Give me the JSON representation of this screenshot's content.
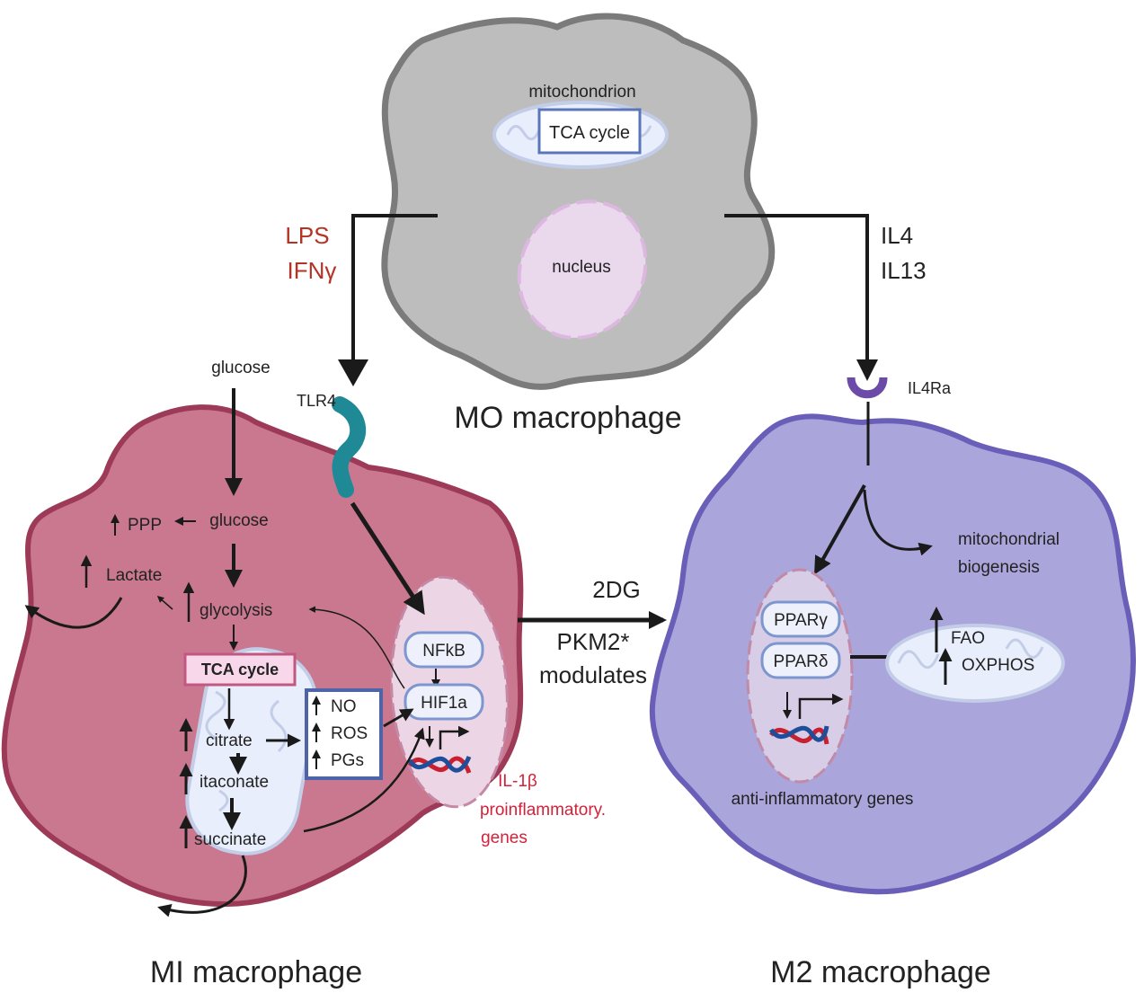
{
  "m0": {
    "title": "MO macrophage",
    "mitochondrion_label": "mitochondrion",
    "tca_label": "TCA cycle",
    "nucleus_label": "nucleus"
  },
  "m1_stimuli": {
    "line1": "LPS",
    "line2": "IFNγ",
    "color": "#b53224"
  },
  "m2_stimuli": {
    "line1": "IL4",
    "line2": "IL13"
  },
  "m1": {
    "title": "MI macrophage",
    "receptor": "TLR4",
    "glucose_outside": "glucose",
    "glucose_inside": "glucose",
    "ppp": "PPP",
    "lactate": "Lactate",
    "glycolysis": "glycolysis",
    "tca_label": "TCA cycle",
    "metabolites": [
      "citrate",
      "itaconate",
      "succinate"
    ],
    "mediators": [
      "NO",
      "ROS",
      "PGs"
    ],
    "nucleus_factors": [
      "NFkB",
      "HIF1a"
    ],
    "genes_label_lines": [
      "IL-1β",
      "proinflammatory.",
      "genes"
    ],
    "cell_color": "#c9788f",
    "border_color": "#9c3a57"
  },
  "transition": {
    "line1": "2DG",
    "line2": "PKM2*",
    "line3": "modulates"
  },
  "m2": {
    "title": "M2 macrophage",
    "receptor": "IL4Ra",
    "mito_biogenesis_lines": [
      "mitochondrial",
      "biogenesis"
    ],
    "nucleus_factors": [
      "PPARγ",
      "PPARδ"
    ],
    "mito_labels": [
      "FAO",
      "OXPHOS"
    ],
    "genes_label": "anti-inflammatory genes",
    "cell_color": "#aaa5db",
    "border_color": "#6a5fb8"
  },
  "icons": [
    "up-arrow-icon",
    "dna-icon",
    "gene-transcription-icon",
    "receptor-icon"
  ]
}
